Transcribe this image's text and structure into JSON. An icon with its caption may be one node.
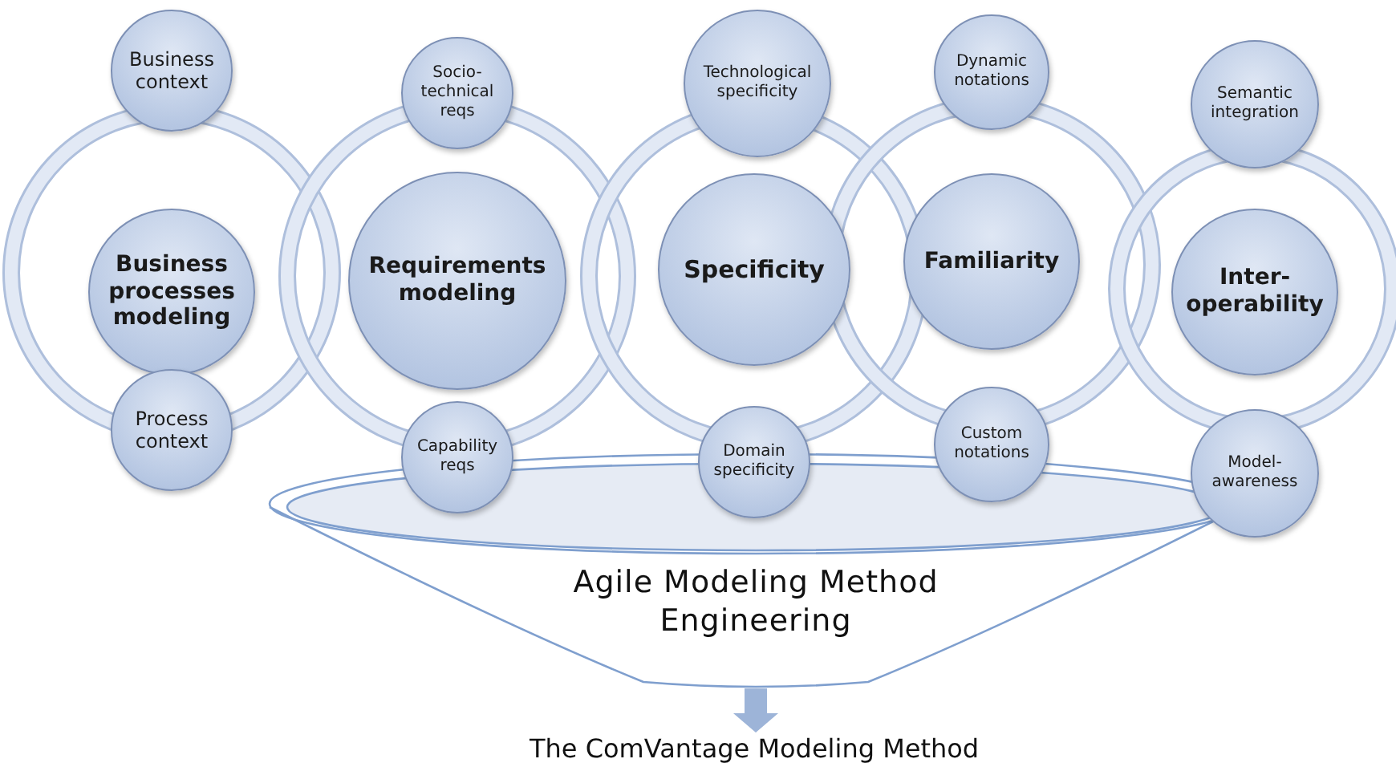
{
  "diagram": {
    "nodes": [
      {
        "text": [
          "Business context"
        ]
      },
      {
        "text": [
          "Business processes modeling"
        ]
      },
      {
        "text": [
          "Process context"
        ]
      },
      {
        "text": [
          "Socio-technical reqs"
        ]
      },
      {
        "text": [
          "Requirements modeling"
        ]
      },
      {
        "text": [
          "Capability reqs"
        ]
      },
      {
        "text": [
          "Technological specificity"
        ]
      },
      {
        "text": [
          "Specificity"
        ]
      },
      {
        "text": [
          "Domain specificity"
        ]
      },
      {
        "text": [
          "Dynamic notations"
        ]
      },
      {
        "text": [
          "Familiarity"
        ]
      },
      {
        "text": [
          "Custom notations"
        ]
      },
      {
        "text": [
          "Semantic integration"
        ]
      },
      {
        "text": [
          "Inter-operability"
        ]
      },
      {
        "text": [
          "Model-awareness"
        ]
      },
      {
        "text": [
          "Agile Modeling Method Engineering"
        ]
      },
      {
        "text": [
          "The ComVantage Modeling Method"
        ]
      }
    ],
    "edges": [
      {
        "from": 15,
        "to": 16,
        "arrow": "to"
      }
    ]
  }
}
